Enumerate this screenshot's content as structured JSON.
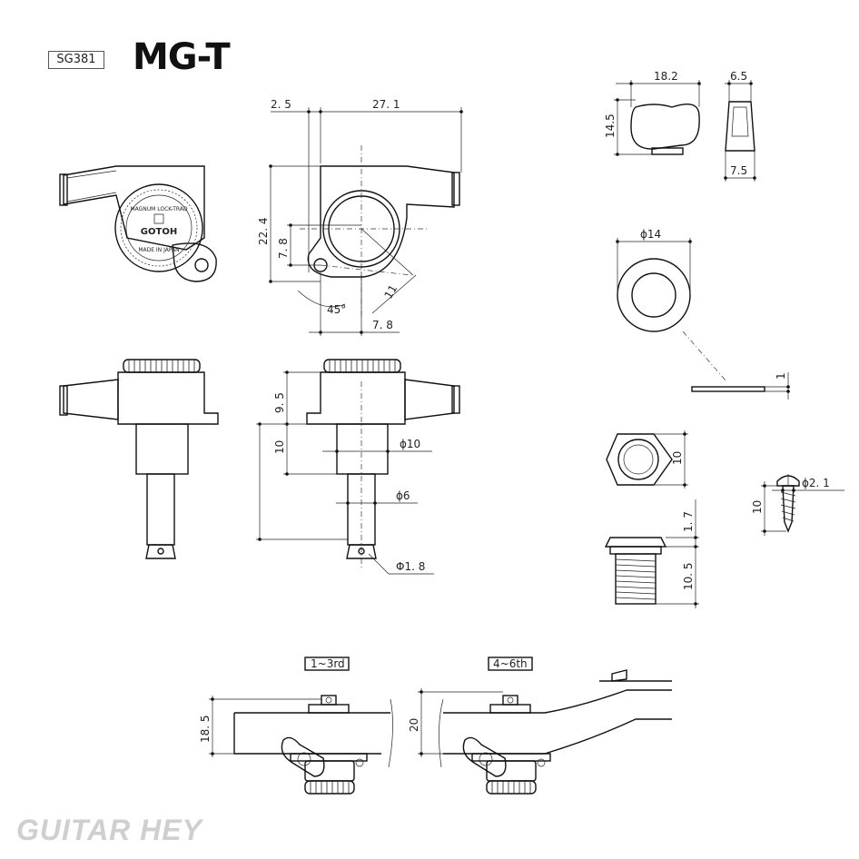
{
  "header": {
    "model_code": "SG381",
    "model_name": "MG-T"
  },
  "knob_text": {
    "line1": "MAGNUM LOCK-TRAD",
    "line2": "GOTOH",
    "line3": "MADE IN JAPAN"
  },
  "dimensions": {
    "d_2_5": "2. 5",
    "d_27_1": "27. 1",
    "d_22_4": "22. 4",
    "d_7_8v": "7. 8",
    "d_11": "11",
    "d_45": "45°",
    "d_7_8h": "7. 8",
    "d_9_5": "9. 5",
    "d_10v": "10",
    "d_phi10": "ϕ10",
    "d_phi6": "ϕ6",
    "d_phi1_8": "Φ1. 8",
    "btn_w": "18.2",
    "btn_h": "14.5",
    "btn_side_top": "6.5",
    "btn_side_bot": "7.5",
    "washer_d": "ϕ14",
    "washer_t": "1",
    "nut_w": "10",
    "bush_top": "1. 7",
    "bush_h": "10. 5",
    "screw_len": "10",
    "screw_d": "ϕ2. 1",
    "head_h1": "18. 5",
    "head_h2": "20"
  },
  "labels": {
    "pos_1_3": "1~3rd",
    "pos_4_6": "4~6th"
  },
  "watermark": "GUITAR HEY"
}
